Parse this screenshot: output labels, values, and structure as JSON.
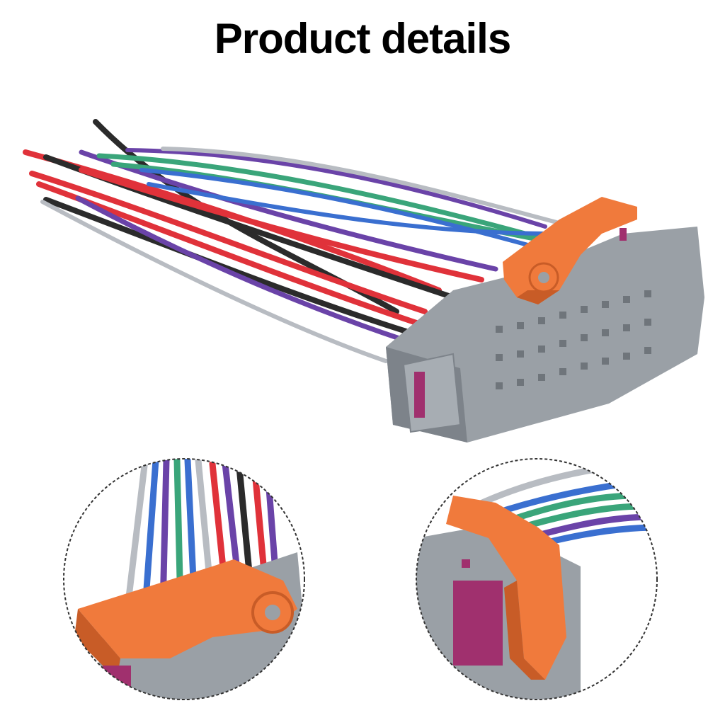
{
  "header": {
    "title": "Product details"
  },
  "colors": {
    "housing": "#9aa0a6",
    "housing_dark": "#7d838a",
    "lever": "#f07a3c",
    "lever_dark": "#c85c27",
    "latch": "#a0306e",
    "wire_red": "#e0323a",
    "wire_black": "#2b2b2b",
    "wire_purple": "#6a43a8",
    "wire_green": "#3aa57a",
    "wire_blue": "#3a6fd0",
    "wire_gray": "#b8bcc2",
    "circle_border": "#333333"
  },
  "figure": {
    "main": "wiring-harness-connector",
    "detail_left": "lever-side-closeup",
    "detail_right": "end-lock-closeup"
  }
}
